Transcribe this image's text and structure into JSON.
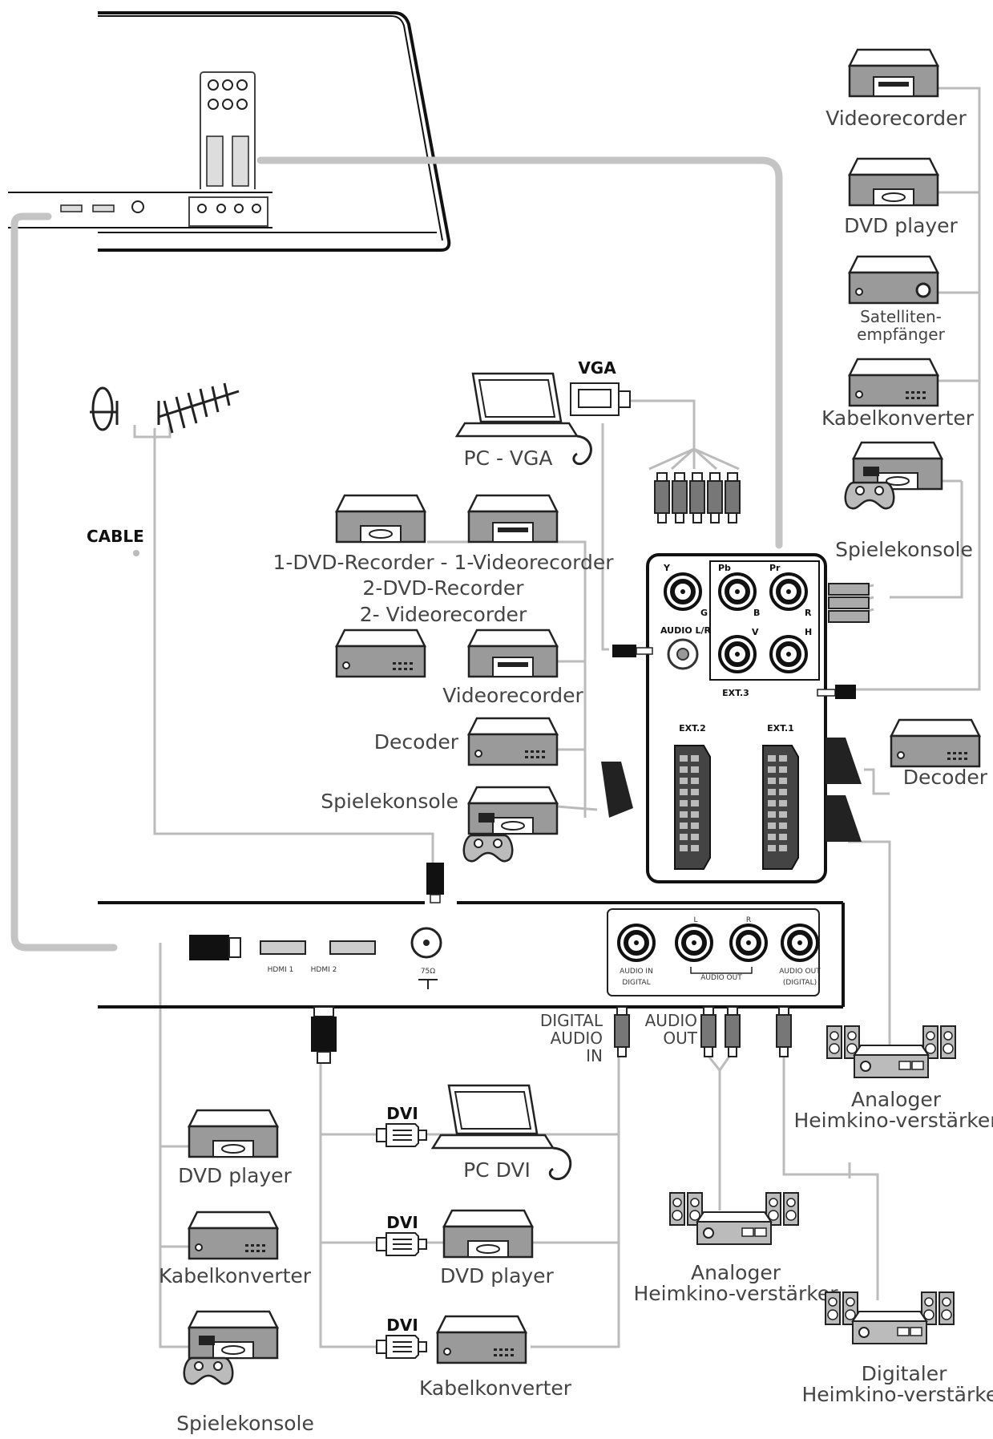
{
  "labels": {
    "videorecorder_right": "Videorecorder",
    "dvd_right": "DVD player",
    "sat_line1": "Satelliten-",
    "sat_line2": "empfänger",
    "kabel_right": "Kabelkonverter",
    "spiel_right": "Spielekonsole",
    "vga": "VGA",
    "pc_vga": "PC - VGA",
    "dvdrec_line1": "1-DVD-Recorder - 1-Videorecorder",
    "dvdrec_line2": "2-DVD-Recorder",
    "dvdrec_line3": "2- Videorecorder",
    "videorecorder_mid": "Videorecorder",
    "decoder_mid": "Decoder",
    "spiel_mid": "Spielekonsole",
    "decoder_right": "Decoder",
    "cable": "CABLE",
    "digital_audio_in": [
      "DIGITAL",
      "AUDIO",
      "IN"
    ],
    "audio_out": [
      "AUDIO",
      "OUT"
    ],
    "analog_amp_right": [
      "Analoger",
      "Heimkino-verstärker"
    ],
    "analog_amp_mid": [
      "Analoger",
      "Heimkino-verstärker"
    ],
    "digital_amp": [
      "Digitaler",
      "Heimkino-verstärker"
    ],
    "dvd_left": "DVD player",
    "kabel_left": "Kabelkonverter",
    "spiel_left": "Spielekonsole",
    "dvi1": "DVI",
    "dvi2": "DVI",
    "dvi3": "DVI",
    "pc_dvi": "PC DVI",
    "dvd_dvi": "DVD player",
    "kabel_dvi": "Kabelkonverter"
  },
  "ports": {
    "ext3": "EXT.3",
    "ext2": "EXT.2",
    "ext1": "EXT.1",
    "audio_lr": "AUDIO L/R",
    "y": "Y",
    "pb": "Pb",
    "pr": "Pr",
    "g": "G",
    "b": "B",
    "r": "R",
    "v": "V",
    "h": "H",
    "hdmi1": "HDMI 1",
    "hdmi2": "HDMI 2",
    "ohm": "75Ω",
    "audio_in_digital": [
      "AUDIO IN",
      "DIGITAL"
    ],
    "audio_out_lr": "AUDIO OUT",
    "l": "L",
    "rr": "R",
    "audio_out_digital": [
      "AUDIO OUT",
      "(DIGITAL)"
    ]
  }
}
